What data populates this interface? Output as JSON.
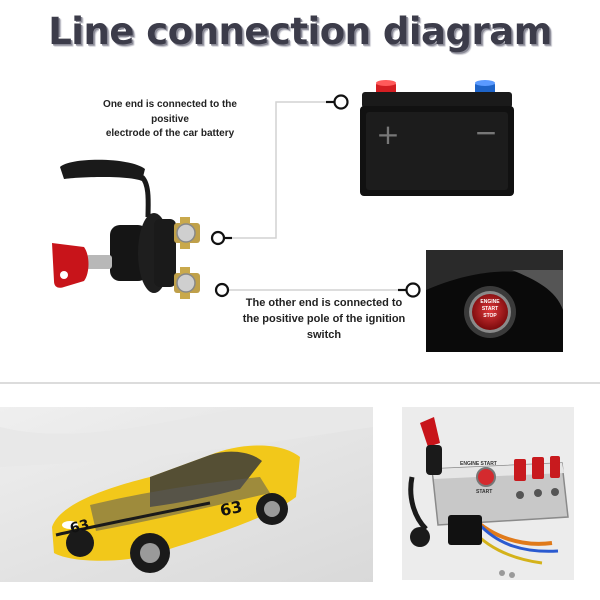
{
  "title": "Line connection diagram",
  "labels": {
    "top_line1": "One end is connected to the positive",
    "top_line2": "electrode of the car battery",
    "bottom_line1": "The other end is connected to",
    "bottom_line2": "the positive pole of the ignition",
    "bottom_line3": "switch"
  },
  "battery": {
    "plus": "+",
    "minus": "−"
  },
  "ignition_button": {
    "line1": "ENGINE",
    "line2": "START",
    "line3": "STOP"
  },
  "panel": {
    "label": "ENGINE START",
    "start": "START"
  },
  "car": {
    "number": "63"
  },
  "colors": {
    "key_red": "#c8141a",
    "terminal_red": "#d41e22",
    "terminal_blue": "#1e64c8",
    "car_yellow": "#f2c81a"
  }
}
